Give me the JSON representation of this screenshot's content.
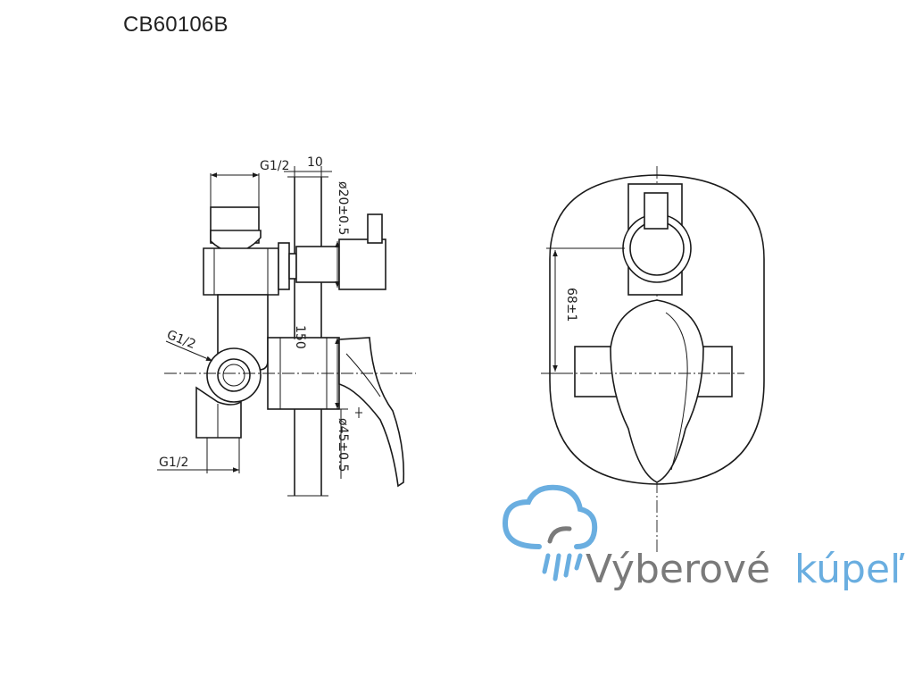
{
  "title": "CB60106B",
  "dimensions": {
    "g12_top": "G1/2",
    "ten": "10",
    "d20": "ø20±0.5",
    "g12_left": "G1/2",
    "h150": "150",
    "d45": "ø45±0.5",
    "g12_bottom": "G1/2",
    "h68": "68±1"
  },
  "watermark": {
    "part1": "Výberové",
    "part2": "kúpeľ",
    "icon": "shower-cloud-icon",
    "color_dark": "#7a7a7a",
    "color_light": "#6aaee0"
  }
}
